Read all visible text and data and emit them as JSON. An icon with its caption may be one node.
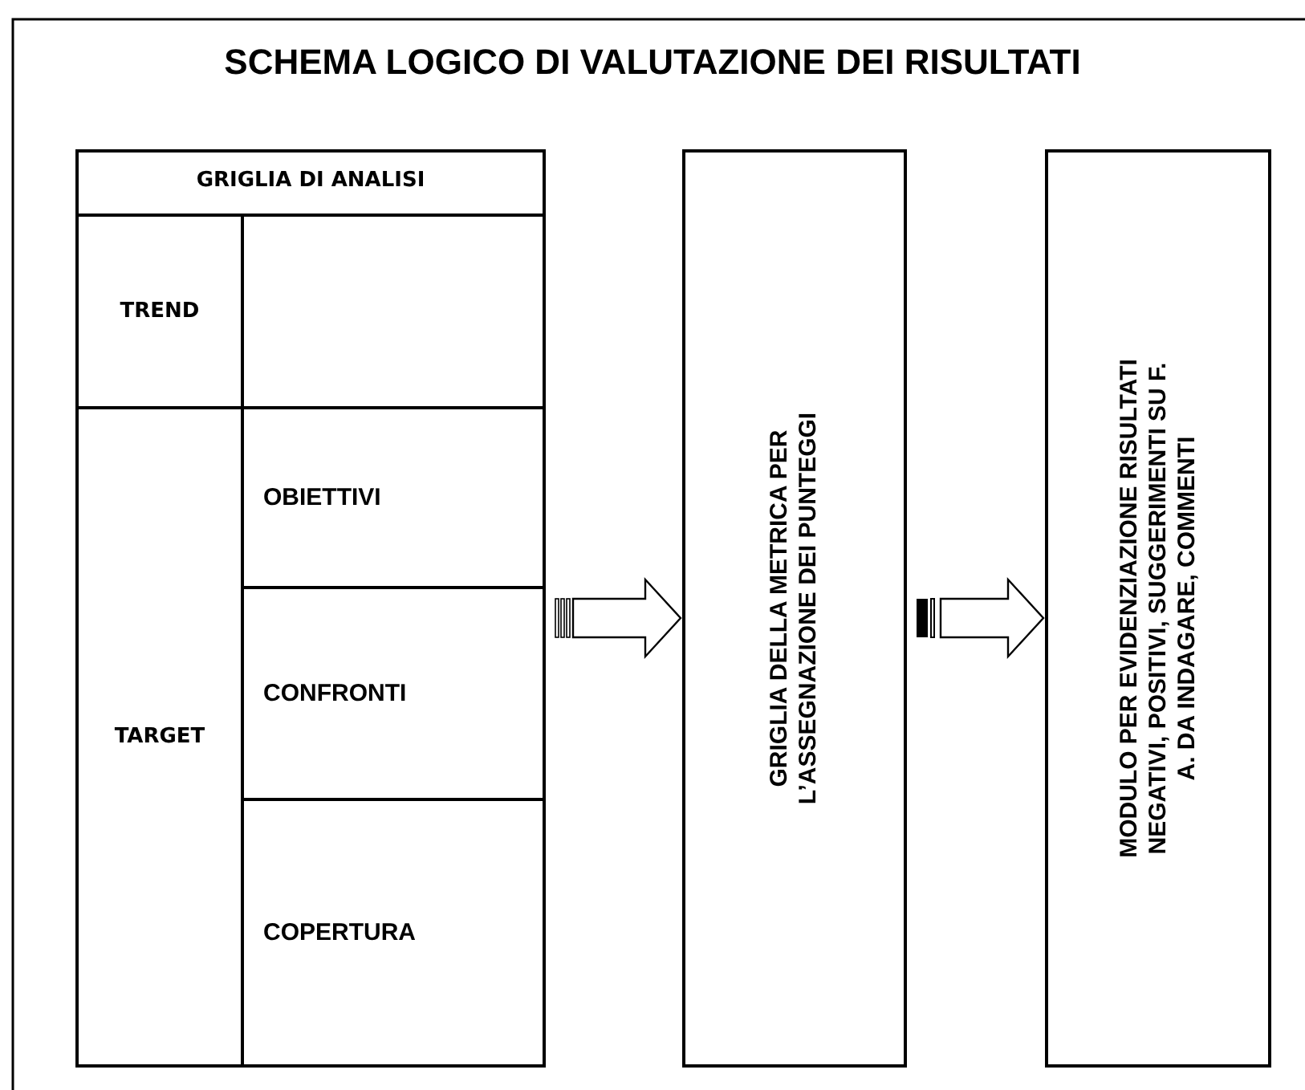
{
  "diagram": {
    "title": "SCHEMA LOGICO DI VALUTAZIONE DEI RISULTATI",
    "nodes": [
      {
        "text": [
          "GRIGLIA DI ANALISI"
        ]
      },
      {
        "text": [
          "TREND"
        ],
        "in": 0
      },
      {
        "text": [
          "TARGET"
        ],
        "in": 0
      },
      {
        "text": [
          "OBIETTIVI"
        ],
        "in": 0
      },
      {
        "text": [
          "CONFRONTI"
        ],
        "in": 0
      },
      {
        "text": [
          "COPERTURA"
        ],
        "in": 0
      },
      {
        "text": [
          "GRIGLIA DELLA METRICA PER L’ASSEGNAZIONE DEI PUNTEGGI"
        ]
      },
      {
        "text": [
          "MODULO PER EVIDENZIAZIONE RISULTATI NEGATIVI, POSITIVI, SUGGERIMENTI SU F. A. DA INDAGARE, COMMENTI"
        ]
      }
    ],
    "edges": [
      {
        "from": 0,
        "to": 6,
        "arrow": "to"
      },
      {
        "from": 6,
        "to": 7,
        "arrow": "to"
      }
    ]
  }
}
